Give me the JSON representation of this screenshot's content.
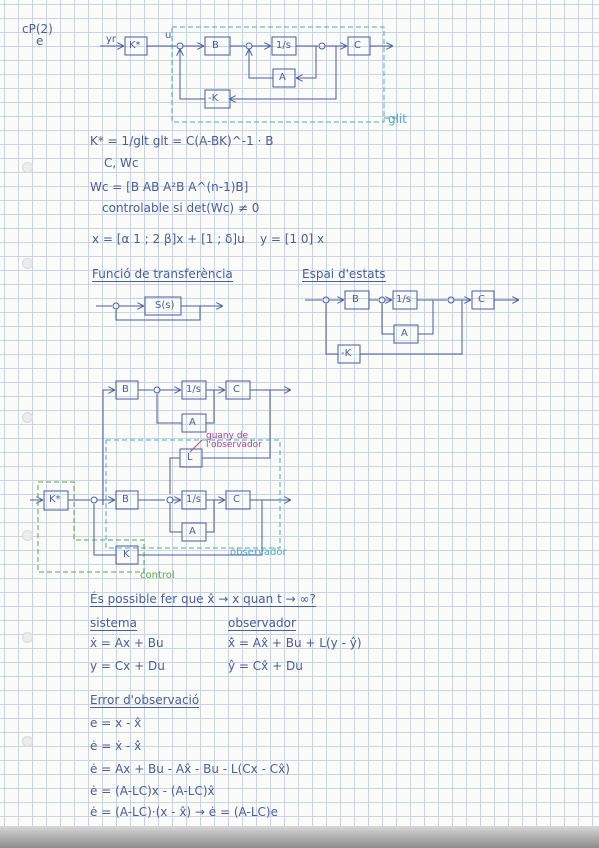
{
  "header": {
    "course_code": "cP(2)",
    "marker": "e"
  },
  "diagram1": {
    "blocks": {
      "k_star": "K*",
      "b": "B",
      "integrator": "1/s",
      "a": "A",
      "c": "C",
      "neg_k": "-K"
    },
    "labels": {
      "input": "yr",
      "sum_sign": "u",
      "group_box": "glit"
    }
  },
  "formulas_top": {
    "k_star": "K* = 1/glt     glt = C(A-BK)^-1 · B",
    "controllable_note": "C, Wc",
    "wc_def": "Wc = [B  AB  A²B  A^(n-1)B]",
    "controllable_cond": "controlable si det(Wc) ≠ 0",
    "state_eq": "x = [α 1 ; 2 β]x + [1 ; δ]u",
    "output_eq": "y = [1  0] x"
  },
  "section_transfer": {
    "title": "Funció de transferència",
    "block": "S(s)"
  },
  "section_state": {
    "title": "Espai d'estats",
    "blocks": {
      "b": "B",
      "integrator": "1/s",
      "a": "A",
      "c": "C",
      "neg_k": "-K"
    }
  },
  "diagram3": {
    "blocks": {
      "b_top": "B",
      "integrator_top": "1/s",
      "c_top": "C",
      "a_top": "A",
      "l": "L",
      "k_star": "K*",
      "b_bottom": "B",
      "integrator_bottom": "1/s",
      "c_bottom": "C",
      "a_bottom": "A",
      "k": "K"
    },
    "annotations": {
      "observer_gain": "guany de l'observador",
      "observer": "observador",
      "control": "control"
    }
  },
  "question": {
    "text": "És possible fer que x̂ → x quan t → ∞?"
  },
  "system": {
    "title": "sistema",
    "eq1": "ẋ = Ax + Bu",
    "eq2": "y = Cx + Du"
  },
  "observer": {
    "title": "observador",
    "eq1": "x̂̇ = Ax̂ + Bu + L(y - ŷ)",
    "eq2": "ŷ = Cx̂ + Du"
  },
  "error_section": {
    "title": "Error d'observació",
    "eq1": "e = x - x̂",
    "eq2": "ė = ẋ - x̂̇",
    "eq3": "ė = Ax + Bu - Ax̂ - Bu - L(Cx - Cx̂)",
    "eq4": "ė = (A-LC)x - (A-LC)x̂",
    "eq5": "ė = (A-LC)·(x - x̂)   →   ė = (A-LC)e"
  },
  "colors": {
    "ink": "#475ea0",
    "cyan": "#4aa7c8",
    "green": "#55a853",
    "pink": "#b53f9a",
    "grid": "#c9d3e6"
  }
}
